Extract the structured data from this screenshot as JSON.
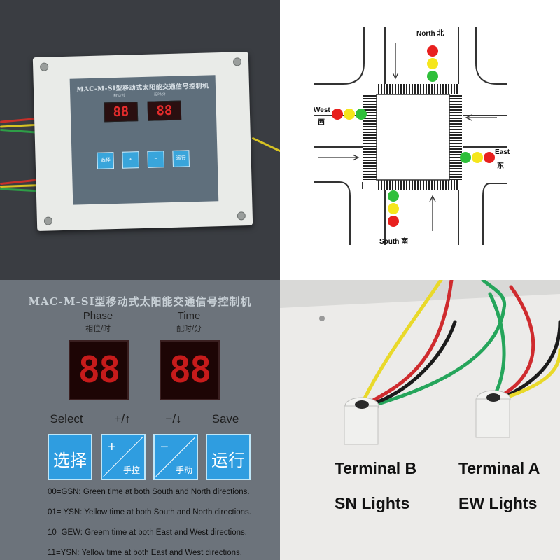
{
  "device": {
    "title": "MAC-M-SI型移动式太阳能交通信号控制机",
    "title_photo": "MAC-M-SI型移动式太阳能交通信号控制机",
    "phase_label_en": "Phase",
    "phase_label_cn": "相位/时",
    "time_label_en": "Time",
    "time_label_cn": "配时/分",
    "display_phase": "88",
    "display_time": "88",
    "buttons": [
      {
        "label_en": "Select",
        "text": "选择",
        "symbol": "",
        "sub": ""
      },
      {
        "label_en": "+/↑",
        "text": "",
        "symbol": "+",
        "sub": "手控"
      },
      {
        "label_en": "−/↓",
        "text": "",
        "symbol": "−",
        "sub": "手动"
      },
      {
        "label_en": "Save",
        "text": "运行",
        "symbol": "",
        "sub": ""
      }
    ]
  },
  "legend": [
    "00=GSN: Green time at both South and North directions.",
    "01= YSN: Yellow time at both South and North directions.",
    "10=GEW: Greem time at both East and West directions.",
    "11=YSN: Yellow time at both East and West directions."
  ],
  "intersection": {
    "north": "North 北",
    "west": "West",
    "west_cn": "西",
    "east": "East",
    "east_cn": "东",
    "south": "South 南"
  },
  "terminals": {
    "b_title": "Terminal B",
    "b_sub": "SN Lights",
    "a_title": "Terminal A",
    "a_sub": "EW Lights"
  },
  "colors": {
    "red": "#e8201e",
    "yellow": "#f5e61c",
    "green": "#2fbf3a",
    "button_blue": "#2f9de0",
    "led_red": "#c61b1b"
  }
}
